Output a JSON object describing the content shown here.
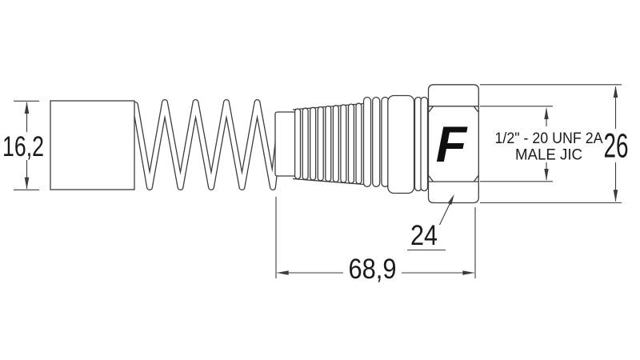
{
  "drawing": {
    "logo": "F",
    "dimensions": {
      "hose_tail_od": "16,2",
      "nut_height": "26",
      "overall_length": "68,9",
      "hex_across_flats": "24"
    },
    "thread_spec": {
      "line1": "1/2\" - 20 UNF 2A",
      "line2": "MALE JIC"
    },
    "colors": {
      "line": "#3c3c3c",
      "text": "#1a1a1a",
      "logo": "#0f0f0f",
      "background": "#ffffff"
    }
  }
}
